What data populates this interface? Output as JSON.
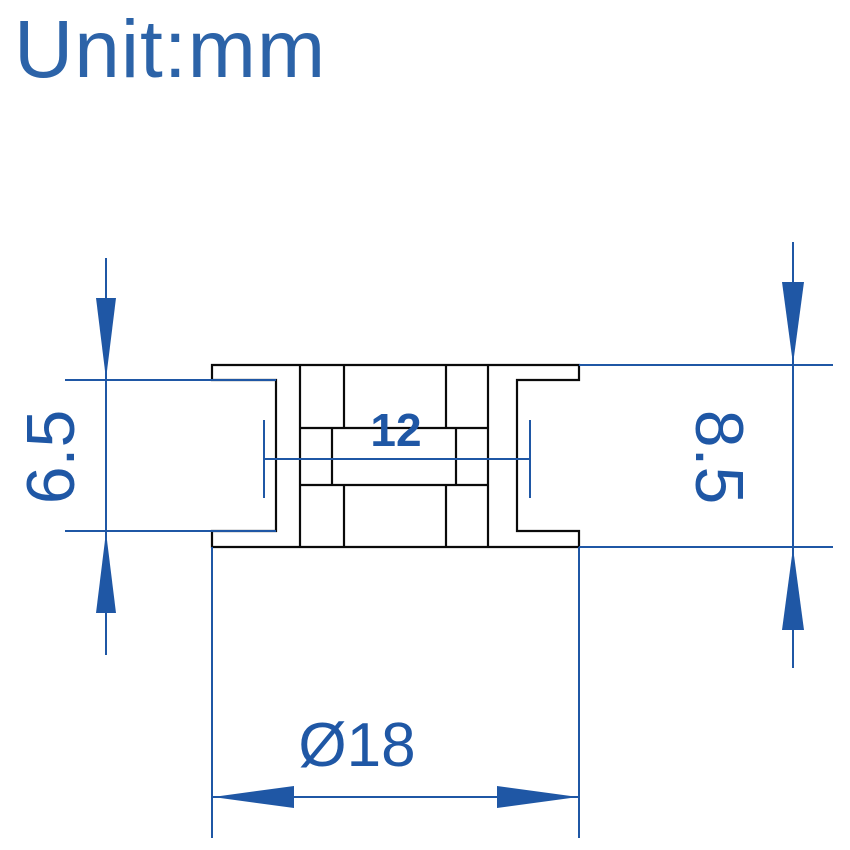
{
  "title": "Unit:mm",
  "colors": {
    "outline": "#0a0a0a",
    "dimension": "#1f57a5"
  },
  "dimensions": {
    "left_height": "6.5",
    "right_height": "8.5",
    "center_width": "12",
    "diameter": "Ø18"
  }
}
